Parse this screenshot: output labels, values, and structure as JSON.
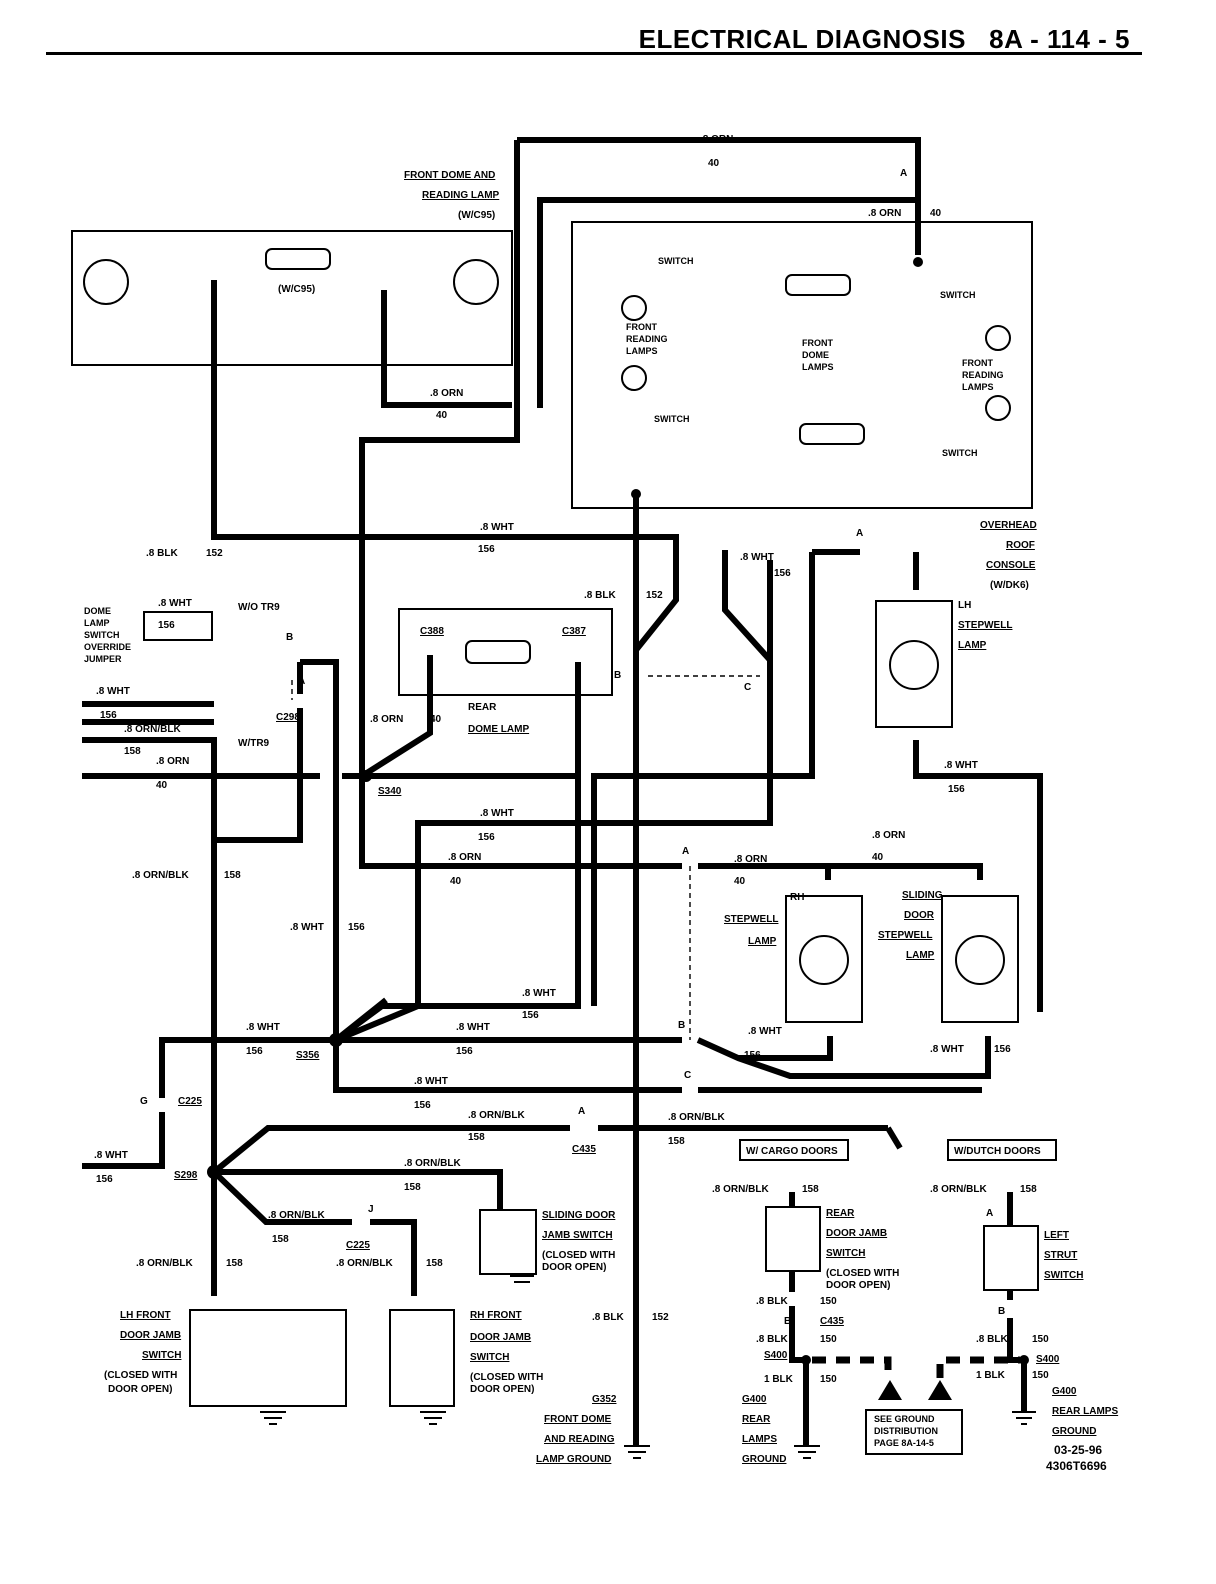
{
  "header": {
    "section": "ELECTRICAL DIAGNOSIS",
    "page": "8A - 114 - 5"
  },
  "wires": {
    "orn_40": {
      "gauge": ".8 ORN",
      "circuit": "40"
    },
    "wht_156": {
      "gauge": ".8 WHT",
      "circuit": "156"
    },
    "blk_152": {
      "gauge": ".8 BLK",
      "circuit": "152"
    },
    "ornblk_158": {
      "gauge": ".8 ORN/BLK",
      "circuit": "158"
    },
    "blk_150": {
      "gauge": ".8 BLK",
      "circuit": "150"
    },
    "blk1_150": {
      "gauge": "1 BLK",
      "circuit": "150"
    }
  },
  "components": {
    "front_dome_reading": [
      "FRONT DOME AND",
      "READING LAMP",
      "(W/C95)"
    ],
    "wc95_center": "(W/C95)",
    "switch": "SWITCH",
    "front_reading_lamps": [
      "FRONT",
      "READING",
      "LAMPS"
    ],
    "front_dome_lamps": [
      "FRONT",
      "DOME",
      "LAMPS"
    ],
    "overhead_console": [
      "OVERHEAD",
      "ROOF",
      "CONSOLE",
      "(W/DK6)"
    ],
    "lh_stepwell": [
      "LH",
      "STEPWELL",
      "LAMP"
    ],
    "rear_dome": [
      "REAR",
      "DOME LAMP"
    ],
    "rh_stepwell": [
      "RH",
      "STEPWELL",
      "LAMP"
    ],
    "sliding_stepwell": [
      "SLIDING",
      "DOOR",
      "STEPWELL",
      "LAMP"
    ],
    "override_jumper": [
      "DOME",
      "LAMP",
      "SWITCH",
      "OVERRIDE",
      "JUMPER"
    ],
    "wo_tr9": "W/O TR9",
    "w_tr9": "W/TR9",
    "sliding_jamb": [
      "SLIDING DOOR",
      "JAMB SWITCH",
      "(CLOSED WITH",
      "DOOR OPEN)"
    ],
    "lh_front_jamb": [
      "LH FRONT",
      "DOOR JAMB",
      "SWITCH",
      "(CLOSED WITH",
      "DOOR OPEN)"
    ],
    "rh_front_jamb": [
      "RH FRONT",
      "DOOR JAMB",
      "SWITCH",
      "(CLOSED WITH",
      "DOOR OPEN)"
    ],
    "rear_jamb": [
      "REAR",
      "DOOR JAMB",
      "SWITCH",
      "(CLOSED WITH",
      "DOOR OPEN)"
    ],
    "left_strut": [
      "LEFT",
      "STRUT",
      "SWITCH"
    ],
    "g352": [
      "G352",
      "FRONT DOME",
      "AND READING",
      "LAMP GROUND"
    ],
    "g400_left": [
      "G400",
      "REAR",
      "LAMPS",
      "GROUND"
    ],
    "g400_right": [
      "G400",
      "REAR LAMPS",
      "GROUND"
    ],
    "cargo_doors": "W/ CARGO DOORS",
    "dutch_doors": "W/DUTCH DOORS",
    "see_ground": [
      "SEE GROUND",
      "DISTRIBUTION",
      "PAGE 8A-14-5"
    ]
  },
  "connectors": {
    "c388": "C388",
    "c387": "C387",
    "c298": "C298",
    "c225": "C225",
    "c435": "C435",
    "s340": "S340",
    "s356": "S356",
    "s298": "S298",
    "s400": "S400",
    "pin_a": "A",
    "pin_b": "B",
    "pin_c": "C",
    "pin_g": "G",
    "pin_j": "J"
  },
  "footer": {
    "date": "03-25-96",
    "code": "4306T6696"
  }
}
